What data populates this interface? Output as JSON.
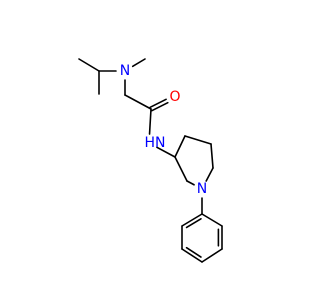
{
  "molecule": {
    "atoms": [
      {
        "id": "ipr_me1",
        "element": "C"
      },
      {
        "id": "ipr_ch",
        "element": "C"
      },
      {
        "id": "ipr_me2",
        "element": "C"
      },
      {
        "id": "n_amine",
        "element": "N",
        "label": "N"
      },
      {
        "id": "n_methyl",
        "element": "C"
      },
      {
        "id": "ch2",
        "element": "C"
      },
      {
        "id": "c_carbonyl",
        "element": "C"
      },
      {
        "id": "o_carbonyl",
        "element": "O",
        "label": "O"
      },
      {
        "id": "n_amide",
        "element": "N",
        "label": "N",
        "hydrogens": "H"
      },
      {
        "id": "pip_c3",
        "element": "C"
      },
      {
        "id": "pip_c4",
        "element": "C"
      },
      {
        "id": "pip_c5",
        "element": "C"
      },
      {
        "id": "pip_c6",
        "element": "C"
      },
      {
        "id": "pip_n1",
        "element": "N",
        "label": "N"
      },
      {
        "id": "pip_c2",
        "element": "C"
      },
      {
        "id": "ph_c1",
        "element": "C"
      },
      {
        "id": "ph_c2",
        "element": "C"
      },
      {
        "id": "ph_c3",
        "element": "C"
      },
      {
        "id": "ph_c4",
        "element": "C"
      },
      {
        "id": "ph_c5",
        "element": "C"
      },
      {
        "id": "ph_c6",
        "element": "C"
      }
    ],
    "bonds": [
      {
        "from": "ipr_me1",
        "to": "ipr_ch",
        "order": 1
      },
      {
        "from": "ipr_ch",
        "to": "ipr_me2",
        "order": 1
      },
      {
        "from": "ipr_ch",
        "to": "n_amine",
        "order": 1
      },
      {
        "from": "n_amine",
        "to": "n_methyl",
        "order": 1
      },
      {
        "from": "n_amine",
        "to": "ch2",
        "order": 1
      },
      {
        "from": "ch2",
        "to": "c_carbonyl",
        "order": 1
      },
      {
        "from": "c_carbonyl",
        "to": "o_carbonyl",
        "order": 2
      },
      {
        "from": "c_carbonyl",
        "to": "n_amide",
        "order": 1
      },
      {
        "from": "n_amide",
        "to": "pip_c3",
        "order": 1
      },
      {
        "from": "pip_c3",
        "to": "pip_c4",
        "order": 1
      },
      {
        "from": "pip_c4",
        "to": "pip_c5",
        "order": 1
      },
      {
        "from": "pip_c5",
        "to": "pip_c6",
        "order": 1
      },
      {
        "from": "pip_c6",
        "to": "pip_n1",
        "order": 1
      },
      {
        "from": "pip_n1",
        "to": "pip_c2",
        "order": 1
      },
      {
        "from": "pip_c2",
        "to": "pip_c3",
        "order": 1
      },
      {
        "from": "pip_n1",
        "to": "ph_c1",
        "order": 1
      },
      {
        "from": "ph_c1",
        "to": "ph_c2",
        "order": 2
      },
      {
        "from": "ph_c2",
        "to": "ph_c3",
        "order": 1
      },
      {
        "from": "ph_c3",
        "to": "ph_c4",
        "order": 2
      },
      {
        "from": "ph_c4",
        "to": "ph_c5",
        "order": 1
      },
      {
        "from": "ph_c5",
        "to": "ph_c6",
        "order": 2
      },
      {
        "from": "ph_c6",
        "to": "ph_c1",
        "order": 1
      }
    ]
  },
  "colors": {
    "background": "#ffffff",
    "bond": "#000000",
    "nitrogen": "#0000ff",
    "oxygen": "#ff0000"
  }
}
